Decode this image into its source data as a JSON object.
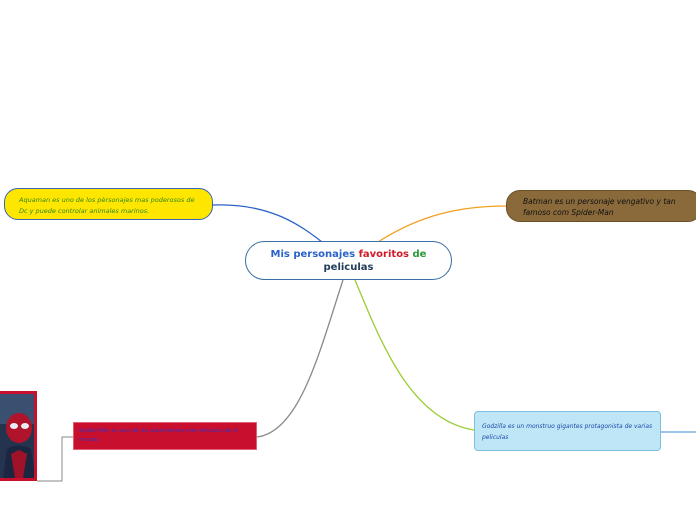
{
  "central": {
    "line1_a": "Mis personajes",
    "line1_b": "favoritos",
    "line1_c": "de",
    "line2": "peliculas"
  },
  "branches": {
    "aquaman": "Aquaman es uno de los pèrsonajes mas poderosos de Dc y puede controlar animales marinos.",
    "batman": "Batman es un personaje vengativo y tan famoso com Spider-Man",
    "godzilla": "Godzilla es un monstruo gigantes protagonista de varias peliculas",
    "spiderman": "Spider-Man es uno de los superheroes mas famosos de el mundo."
  },
  "colors": {
    "link_aquaman": "#2a62c9",
    "link_batman": "#f0a020",
    "link_godzilla": "#9acd32",
    "link_spiderman": "#8a8a8a",
    "aquaman_fill": "#ffe600",
    "batman_fill": "#8a6a3a",
    "godzilla_fill": "#bfe6f7",
    "spiderman_fill": "#c8102e"
  },
  "image": {
    "alt": "spider-man-thumbnail"
  }
}
